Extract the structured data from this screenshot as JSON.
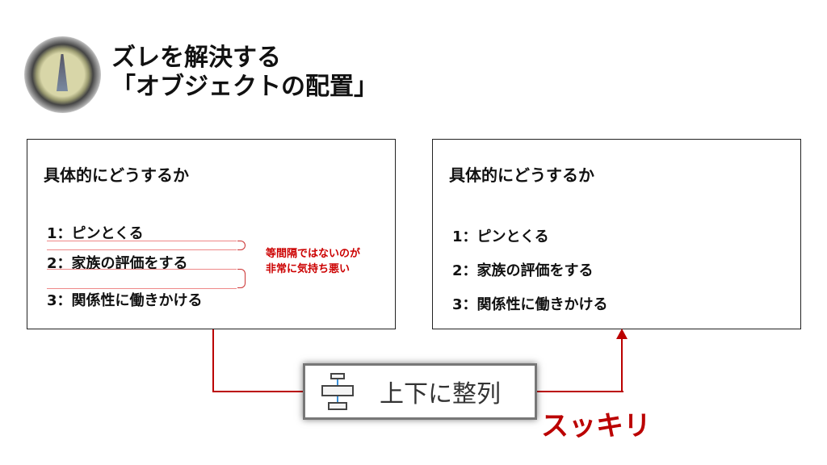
{
  "title": {
    "line1": "ズレを解決する",
    "line2": "「オブジェクトの配置」"
  },
  "left_box": {
    "heading": "具体的にどうするか",
    "items": [
      "1：ピンとくる",
      "2：家族の評価をする",
      "3：関係性に働きかける"
    ],
    "note": [
      "等間隔ではないのが",
      "非常に気持ち悪い"
    ]
  },
  "right_box": {
    "heading": "具体的にどうするか",
    "items": [
      "1：ピンとくる",
      "2：家族の評価をする",
      "3：関係性に働きかける"
    ]
  },
  "align_button": {
    "icon": "align-vertical-center-icon",
    "label": "上下に整列"
  },
  "result_label": "スッキリ",
  "colors": {
    "accent": "#b00000"
  }
}
